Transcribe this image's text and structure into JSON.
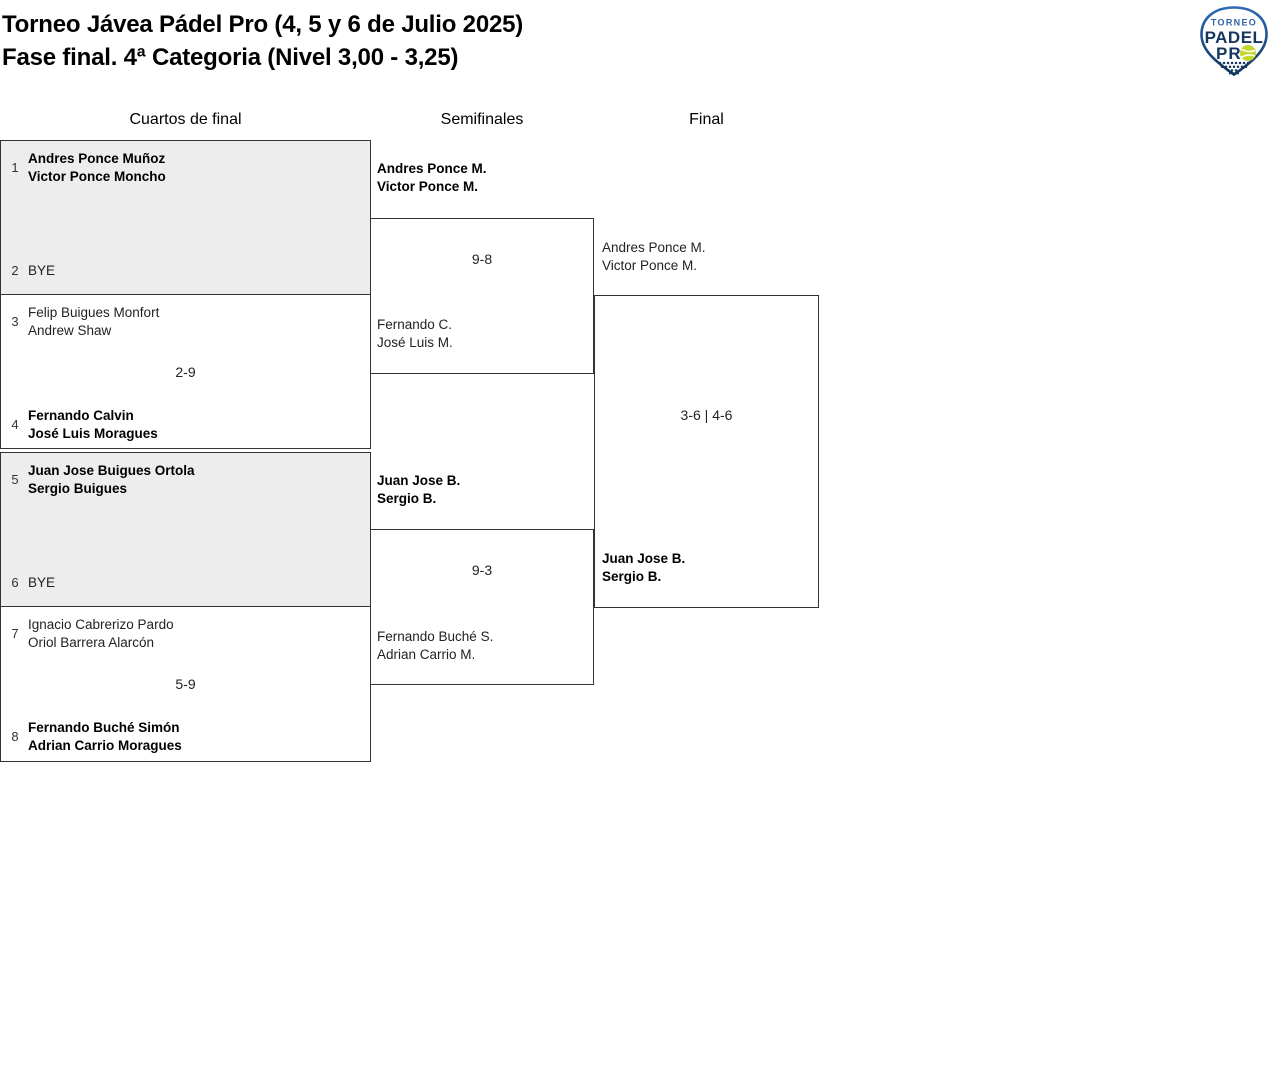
{
  "header": {
    "title_line1": "Torneo Jávea Pádel Pro (4, 5 y 6 de Julio 2025)",
    "title_line2": "Fase final. 4ª Categoria (Nivel 3,00 - 3,25)",
    "logo": {
      "line1": "TORNEO",
      "line2": "PADEL",
      "line3": "PR"
    }
  },
  "columns": [
    {
      "label": "Cuartos de final"
    },
    {
      "label": "Semifinales"
    },
    {
      "label": "Final"
    }
  ],
  "bracket": {
    "quarterfinals": [
      {
        "seed1": "1",
        "team1": [
          "Andres Ponce Muñoz",
          "Victor Ponce Moncho"
        ],
        "team1_winner": true,
        "score": "",
        "seed2": "2",
        "team2": [
          "BYE"
        ],
        "team2_winner": false,
        "shaded": true
      },
      {
        "seed1": "3",
        "team1": [
          "Felip Buigues Monfort",
          "Andrew Shaw"
        ],
        "team1_winner": false,
        "score": "2-9",
        "seed2": "4",
        "team2": [
          "Fernando Calvin",
          "José Luis Moragues"
        ],
        "team2_winner": true,
        "shaded": false
      },
      {
        "seed1": "5",
        "team1": [
          "Juan Jose Buigues Ortola",
          "Sergio Buigues"
        ],
        "team1_winner": true,
        "score": "",
        "seed2": "6",
        "team2": [
          "BYE"
        ],
        "team2_winner": false,
        "shaded": true
      },
      {
        "seed1": "7",
        "team1": [
          "Ignacio Cabrerizo Pardo",
          "Oriol Barrera Alarcón"
        ],
        "team1_winner": false,
        "score": "5-9",
        "seed2": "8",
        "team2": [
          "Fernando Buché Simón",
          "Adrian Carrio Moragues"
        ],
        "team2_winner": true,
        "shaded": false
      }
    ],
    "semifinals": [
      {
        "team1": [
          "Andres Ponce M.",
          "Victor Ponce M."
        ],
        "team1_winner": true,
        "score": "9-8",
        "team2": [
          "Fernando C.",
          "José Luis M."
        ],
        "team2_winner": false
      },
      {
        "team1": [
          "Juan Jose B.",
          "Sergio B."
        ],
        "team1_winner": true,
        "score": "9-3",
        "team2": [
          "Fernando Buché S.",
          "Adrian Carrio M."
        ],
        "team2_winner": false
      }
    ],
    "final": {
      "team1": [
        "Andres Ponce M.",
        "Victor Ponce M."
      ],
      "team1_winner": false,
      "score": "3-6 | 4-6",
      "team2": [
        "Juan Jose B.",
        "Sergio B."
      ],
      "team2_winner": true
    }
  },
  "colors": {
    "box_shaded": "#ededed",
    "border": "#333333",
    "logo_navy": "#14365f",
    "logo_blue": "#2d63a8",
    "ball_green": "#c3d82e",
    "background": "#ffffff"
  }
}
